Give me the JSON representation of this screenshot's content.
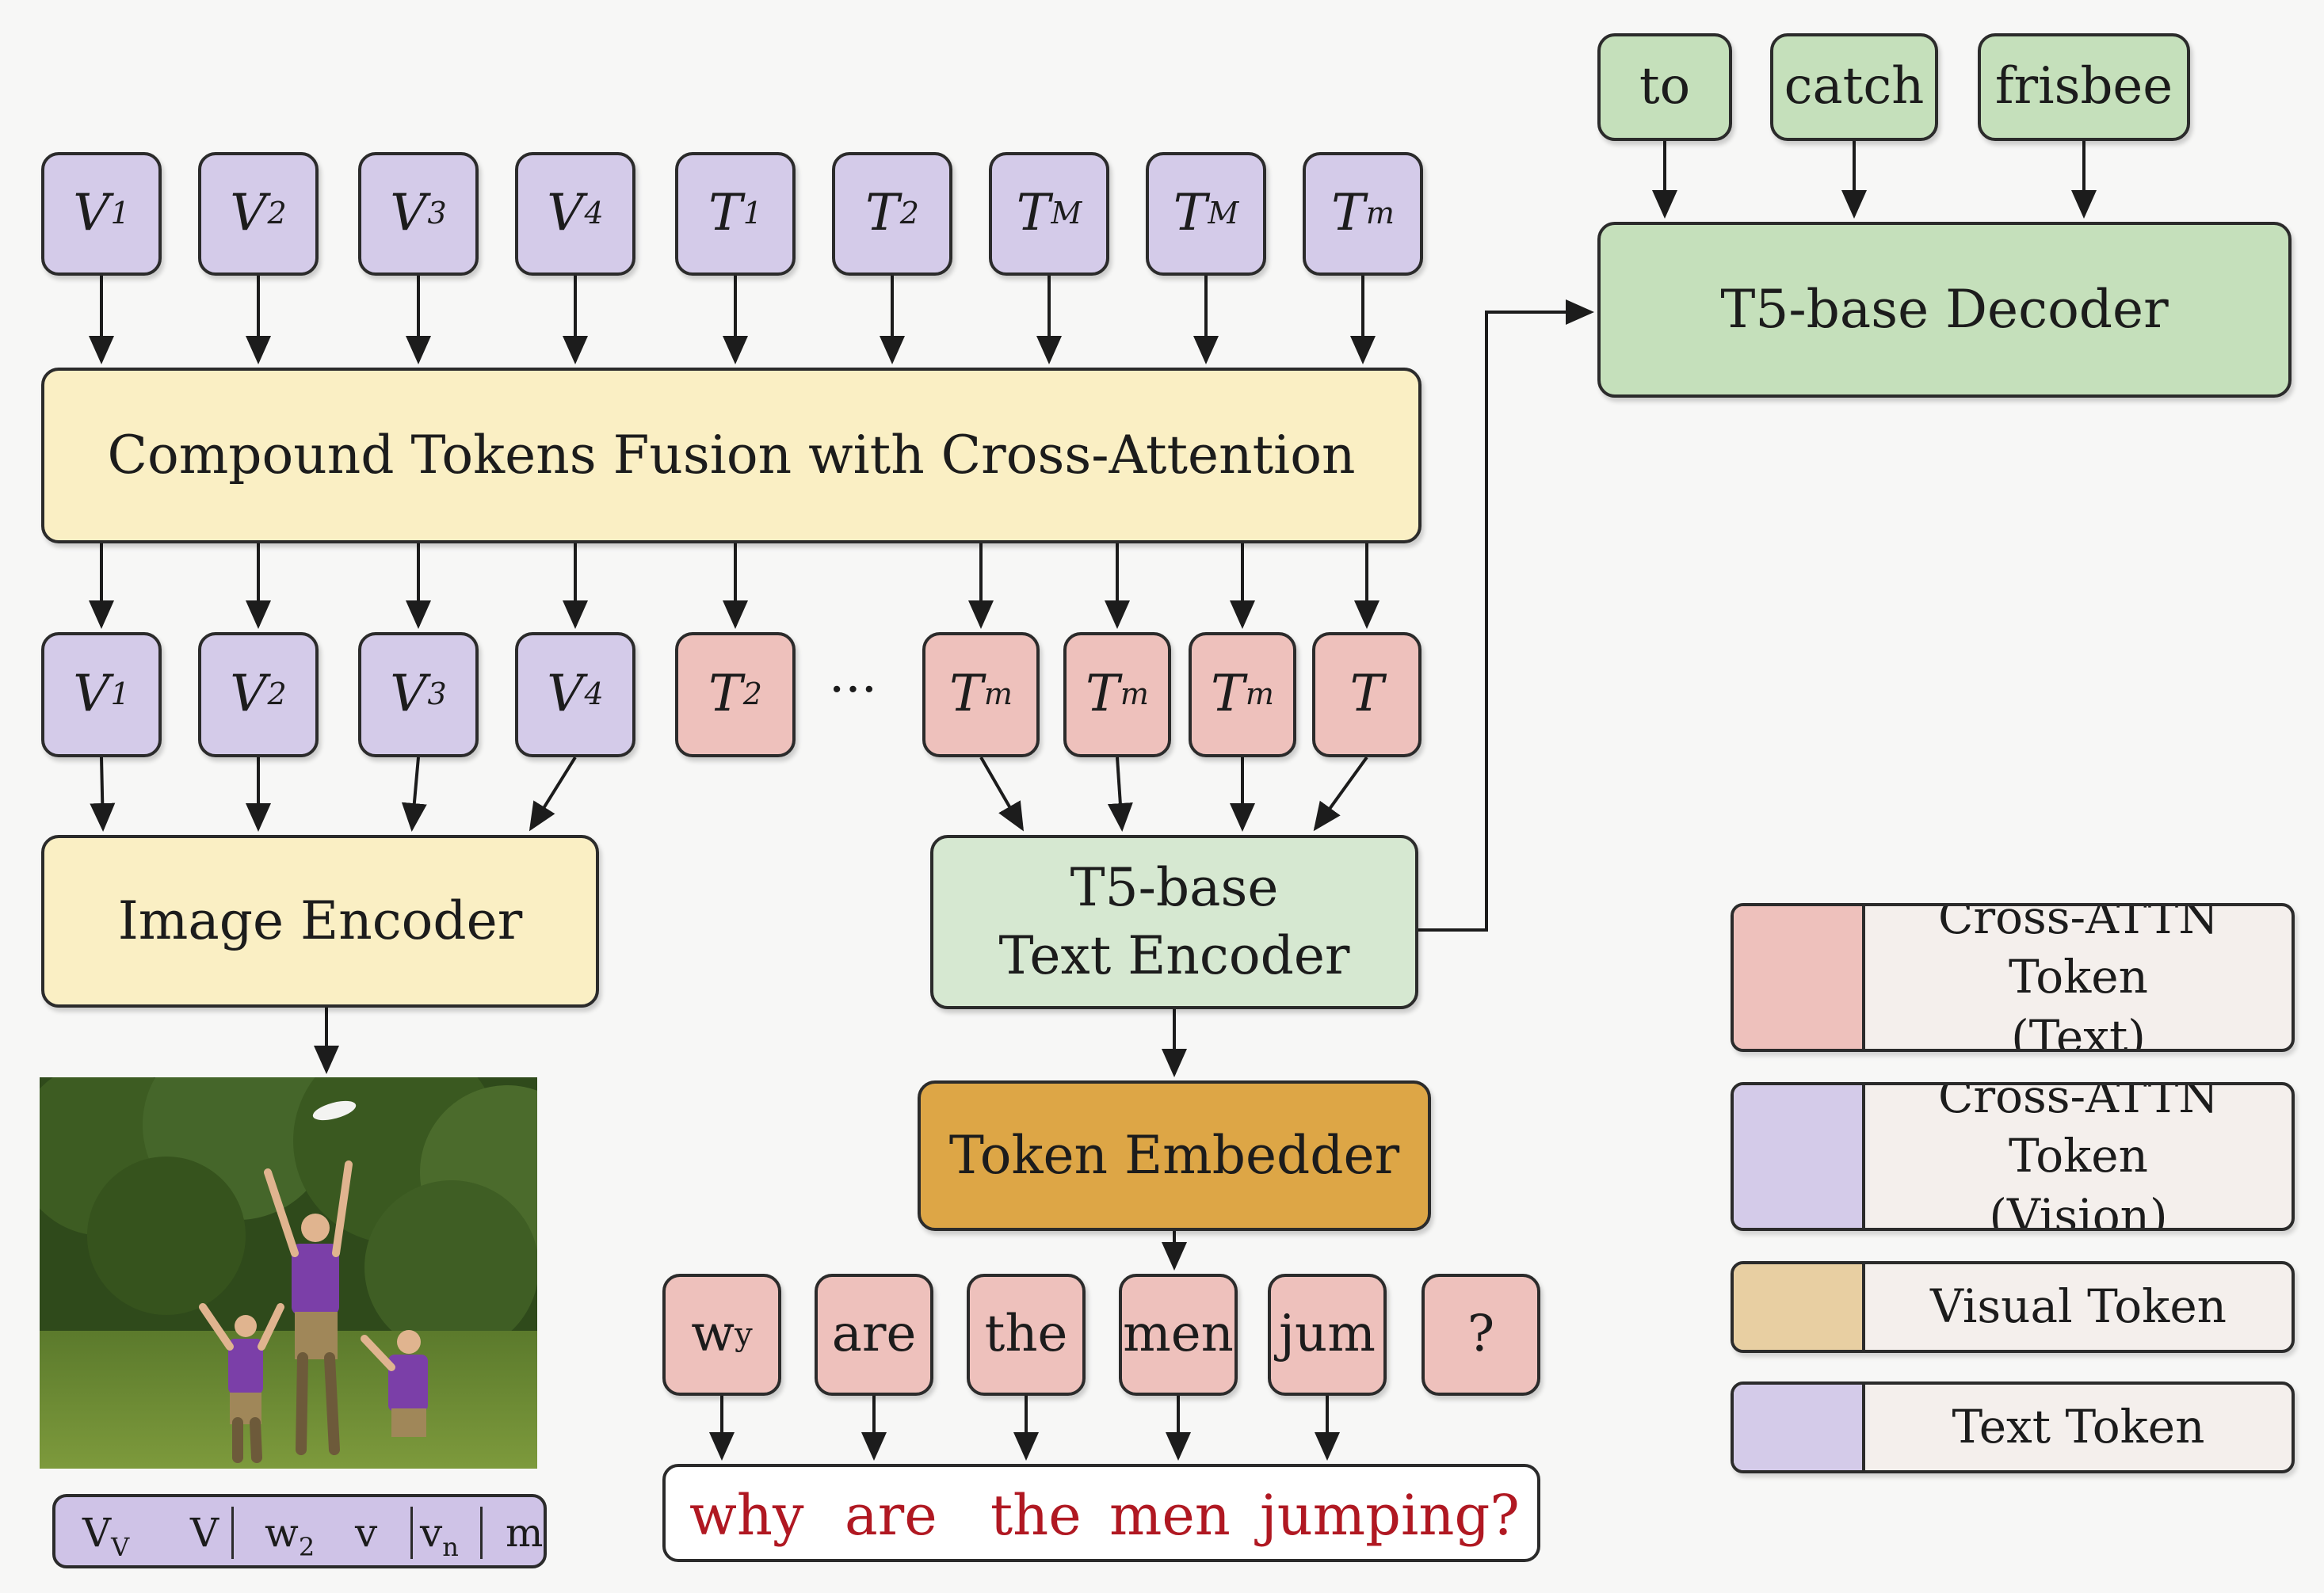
{
  "input_tokens": [
    {
      "base": "V",
      "sub": "1",
      "kind": "vision"
    },
    {
      "base": "V",
      "sub": "2",
      "kind": "vision"
    },
    {
      "base": "V",
      "sub": "3",
      "kind": "vision"
    },
    {
      "base": "V",
      "sub": "4",
      "kind": "vision"
    },
    {
      "base": "T",
      "sub": "1",
      "kind": "vision"
    },
    {
      "base": "T",
      "sub": "2",
      "kind": "vision"
    },
    {
      "base": "T",
      "sub": "M",
      "kind": "vision"
    },
    {
      "base": "T",
      "sub": "M",
      "kind": "vision"
    },
    {
      "base": "T",
      "sub": "m",
      "kind": "vision"
    }
  ],
  "fusion_label": "Compound Tokens Fusion with Cross-Attention",
  "fused_tokens": [
    {
      "base": "V",
      "sub": "1",
      "kind": "vision"
    },
    {
      "base": "V",
      "sub": "2",
      "kind": "vision"
    },
    {
      "base": "V",
      "sub": "3",
      "kind": "vision"
    },
    {
      "base": "V",
      "sub": "4",
      "kind": "vision"
    },
    {
      "base": "T",
      "sub": "2",
      "kind": "text"
    },
    {
      "base": "T",
      "sub": "m",
      "kind": "text"
    },
    {
      "base": "T",
      "sub": "m",
      "kind": "text"
    },
    {
      "base": "T",
      "sub": "m",
      "kind": "text"
    },
    {
      "base": "T",
      "sub": "",
      "kind": "text"
    }
  ],
  "ellipsis": "···",
  "image_encoder_label": "Image Encoder",
  "text_encoder_label": {
    "line1": "T5-base",
    "line2": "Text Encoder"
  },
  "decoder_label": "T5-base Decoder",
  "output_words": [
    "to",
    "catch",
    "frisbee"
  ],
  "token_embedder_label": "Token Embedder",
  "question_tokens": [
    {
      "text": "w",
      "sub": "y"
    },
    {
      "text": "are",
      "sub": ""
    },
    {
      "text": "the",
      "sub": ""
    },
    {
      "text": "men",
      "sub": ""
    },
    {
      "text": "jum",
      "sub": ""
    },
    {
      "text": "?",
      "sub": ""
    }
  ],
  "question_words": [
    "why",
    "are",
    "the",
    "men",
    "jumping?"
  ],
  "visual_bar": [
    {
      "base": "V",
      "sub": "V"
    },
    {
      "base": "V",
      "sub": ""
    },
    {
      "base": "w",
      "sub": "2"
    },
    {
      "base": "v",
      "sub": ""
    },
    {
      "base": "v",
      "sub": "n"
    },
    {
      "base": "m",
      "sub": ""
    }
  ],
  "legend": [
    {
      "line1": "Cross-ATTN Token",
      "line2": "(Text)",
      "color": "#eec1bc"
    },
    {
      "line1": "Cross-ATTN Token",
      "line2": "(Vision)",
      "color": "#d4cbe9"
    },
    {
      "line1": "Visual Token",
      "line2": "",
      "color": "#e8cfa2"
    },
    {
      "line1": "Text Token",
      "line2": "",
      "color": "#d4cbe9"
    }
  ],
  "colors": {
    "vision_token": "#d4cbe9",
    "text_token": "#eec1bc",
    "fusion_block": "#faefc4",
    "decoder": "#c5e0bb",
    "text_encoder": "#d6e8d1",
    "token_embedder": "#dda646",
    "question_text": "#b01822"
  }
}
